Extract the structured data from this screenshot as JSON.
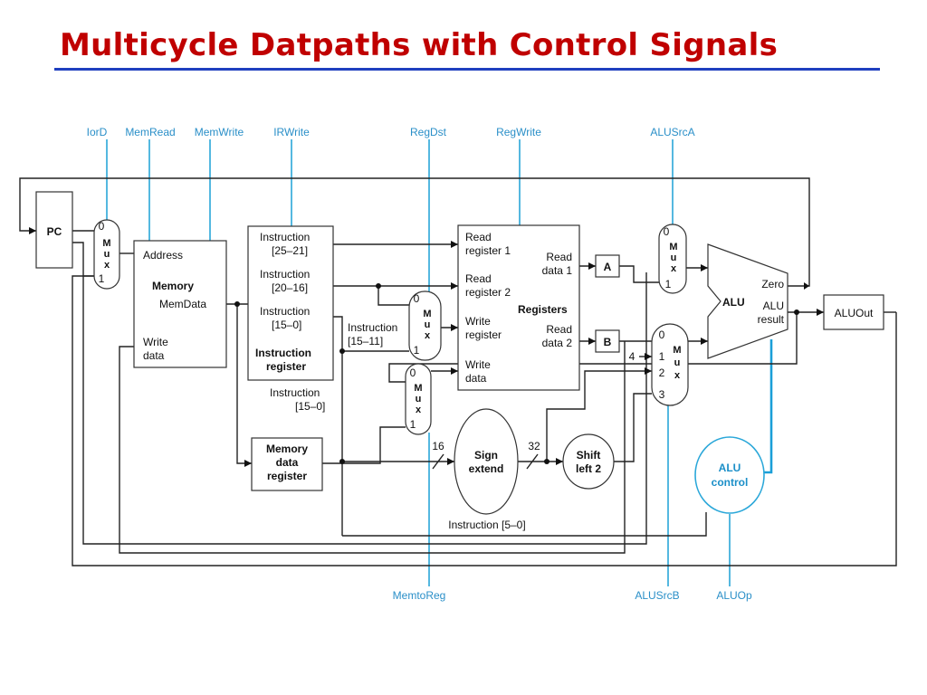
{
  "slide": {
    "title": "Multicycle Datpaths with Control Signals"
  },
  "signals": {
    "iord": "IorD",
    "memread": "MemRead",
    "memwrite": "MemWrite",
    "irwrite": "IRWrite",
    "regdst": "RegDst",
    "regwrite": "RegWrite",
    "alusrca": "ALUSrcA",
    "memtoreg": "MemtoReg",
    "alusrcb": "ALUSrcB",
    "aluop": "ALUOp"
  },
  "pc": {
    "label": "PC"
  },
  "memory": {
    "address": "Address",
    "title": "Memory",
    "memdata": "MemData",
    "write_line1": "Write",
    "write_line2": "data"
  },
  "instruction_register": {
    "field1_line1": "Instruction",
    "field1_line2": "[25–21]",
    "field2_line1": "Instruction",
    "field2_line2": "[20–16]",
    "field3_line1": "Instruction",
    "field3_line2": "[15–0]",
    "title_line1": "Instruction",
    "title_line2": "register"
  },
  "mdr": {
    "line1": "Memory",
    "line2": "data",
    "line3": "register"
  },
  "registers": {
    "read_reg1_line1": "Read",
    "read_reg1_line2": "register 1",
    "read_reg2_line1": "Read",
    "read_reg2_line2": "register 2",
    "write_reg_line1": "Write",
    "write_reg_line2": "register",
    "write_data_line1": "Write",
    "write_data_line2": "data",
    "title": "Registers",
    "read_data1_line1": "Read",
    "read_data1_line2": "data 1",
    "read_data2_line1": "Read",
    "read_data2_line2": "data 2"
  },
  "regs_ab": {
    "a": "A",
    "b": "B"
  },
  "alu": {
    "label": "ALU",
    "zero": "Zero",
    "result_line1": "ALU",
    "result_line2": "result",
    "out": "ALUOut"
  },
  "alu_control": {
    "line1": "ALU",
    "line2": "control"
  },
  "sign_extend": {
    "line1": "Sign",
    "line2": "extend",
    "in_bits": "16",
    "out_bits": "32"
  },
  "shift_left": {
    "line1": "Shift",
    "line2": "left 2"
  },
  "field_labels": {
    "instr_15_11_line1": "Instruction",
    "instr_15_11_line2": "[15–11]",
    "instr_15_0_line1": "Instruction",
    "instr_15_0_line2": "[15–0]",
    "instr_5_0": "Instruction [5–0]"
  },
  "mux": {
    "m": "M",
    "u": "u",
    "x": "x",
    "in0": "0",
    "in1": "1",
    "in2": "2",
    "in3": "3",
    "const4": "4"
  }
}
